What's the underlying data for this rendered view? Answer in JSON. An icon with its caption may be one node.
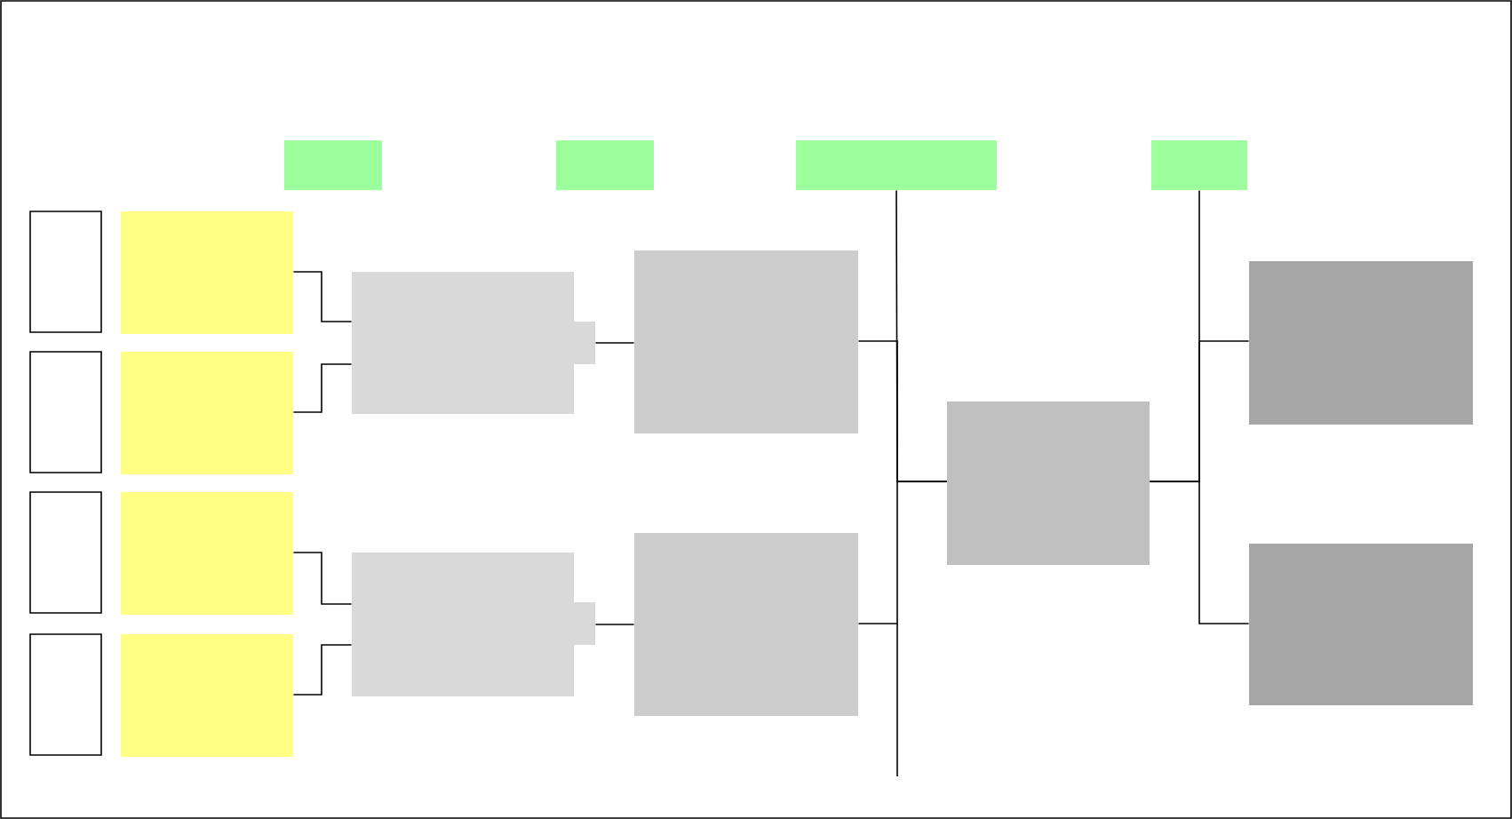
{
  "diagram": {
    "nodes": [
      {
        "text": [],
        "shape": "box"
      },
      {
        "text": [],
        "shape": "box"
      },
      {
        "text": [],
        "shape": "box"
      },
      {
        "text": [],
        "shape": "box"
      },
      {
        "text": [],
        "shape": "box"
      },
      {
        "text": [],
        "shape": "box"
      },
      {
        "text": [],
        "shape": "box"
      },
      {
        "text": [],
        "shape": "box"
      },
      {
        "text": [],
        "shape": "box"
      },
      {
        "text": [],
        "shape": "box"
      },
      {
        "text": [],
        "shape": "box"
      },
      {
        "text": [],
        "shape": "box"
      },
      {
        "text": [],
        "shape": "box"
      },
      {
        "text": [],
        "shape": "box"
      },
      {
        "text": [],
        "shape": "box"
      },
      {
        "text": [],
        "shape": "box"
      },
      {
        "text": [],
        "shape": "box"
      },
      {
        "text": [],
        "shape": "box"
      },
      {
        "text": [],
        "shape": "box"
      }
    ],
    "edges": [
      {
        "from": 8,
        "to": 12,
        "arrow": "none"
      },
      {
        "from": 9,
        "to": 12,
        "arrow": "none"
      },
      {
        "from": 10,
        "to": 13,
        "arrow": "none"
      },
      {
        "from": 11,
        "to": 13,
        "arrow": "none"
      },
      {
        "from": 12,
        "to": 14,
        "arrow": "none"
      },
      {
        "from": 13,
        "to": 15,
        "arrow": "none"
      },
      {
        "from": 2,
        "to": 16,
        "arrow": "none"
      },
      {
        "from": 14,
        "to": 16,
        "arrow": "none"
      },
      {
        "from": 15,
        "to": 16,
        "arrow": "none"
      },
      {
        "from": 3,
        "to": 16,
        "arrow": "none"
      },
      {
        "from": 16,
        "to": 17,
        "arrow": "none"
      },
      {
        "from": 16,
        "to": 18,
        "arrow": "none"
      }
    ]
  }
}
